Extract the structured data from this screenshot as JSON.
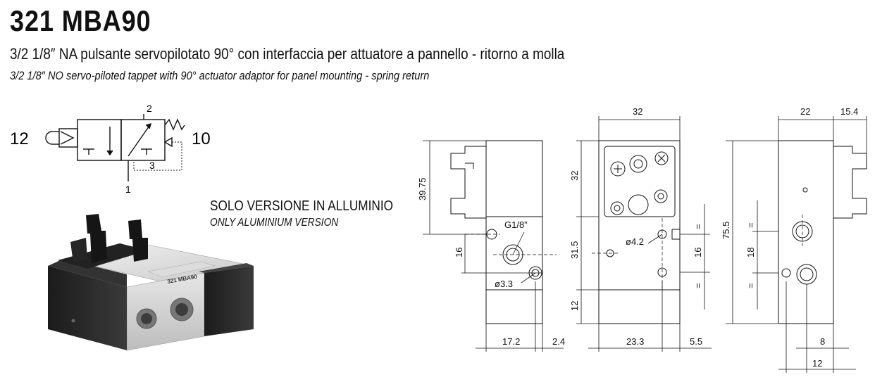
{
  "header": {
    "title": "321 MBA90",
    "subtitle_it": "3/2 1/8″ NA pulsante servopilotato 90° con interfaccia per attuatore a pannello - ritorno a molla",
    "subtitle_en": "3/2 1/8″ NO servo-piloted tappet with 90° actuator adaptor for panel mounting - spring return"
  },
  "note": {
    "it": "SOLO VERSIONE IN ALLUMINIO",
    "en": "ONLY ALUMINIUM VERSION"
  },
  "symbol": {
    "port_left": "12",
    "port_right": "10",
    "port_top": "2",
    "port_bottom_inner": "3",
    "port_bottom": "1"
  },
  "photo": {
    "engraving": "321 MBA90"
  },
  "dimensions": {
    "width_32": "32",
    "width_22": "22",
    "width_15_4": "15.4",
    "height_39_75": "39.75",
    "height_32": "32",
    "height_16_left": "16",
    "height_31_5": "31.5",
    "height_12": "12",
    "height_16_right": "16",
    "height_75_5": "75.5",
    "height_18": "18",
    "thread": "G1/8”",
    "hole_3_3": "ø3.3",
    "hole_4_2": "ø4.2",
    "bottom_17_2": "17.2",
    "bottom_2_4": "2.4",
    "bottom_23_3": "23.3",
    "bottom_5_5": "5.5",
    "bottom_8": "8",
    "bottom_12": "12",
    "equal_mark": "="
  }
}
